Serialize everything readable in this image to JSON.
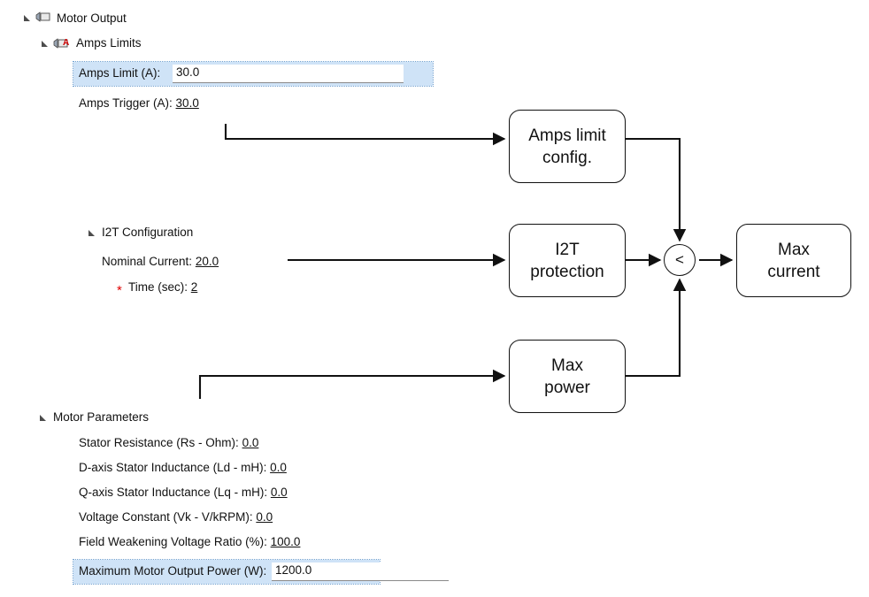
{
  "tree": {
    "root": {
      "label": "Motor Output",
      "icon": "motor-icon",
      "expander": "expanded-triangle-icon"
    },
    "amps_limits_group": {
      "label": "Amps Limits",
      "icon": "motor-amps-icon",
      "expander": "expanded-triangle-icon"
    },
    "amps_limit_row": {
      "name": "Amps Limit (A):",
      "value": "30.0",
      "selected": true,
      "editing": true
    },
    "amps_trigger_row": {
      "name": "Amps Trigger (A):",
      "value": "30.0"
    },
    "i2t_group": {
      "label": "I2T Configuration",
      "expander": "expanded-triangle-icon"
    },
    "nominal_current_row": {
      "name": "Nominal Current:",
      "value": "20.0"
    },
    "time_row": {
      "name": "Time (sec):",
      "value": "2",
      "required_marker": "*"
    },
    "motor_params_group": {
      "label": "Motor Parameters",
      "expander": "expanded-triangle-icon"
    },
    "motor_params_rows": [
      {
        "name": "Stator Resistance (Rs - Ohm):",
        "value": "0.0"
      },
      {
        "name": "D-axis Stator Inductance (Ld - mH):",
        "value": "0.0"
      },
      {
        "name": "Q-axis Stator Inductance (Lq - mH):",
        "value": "0.0"
      },
      {
        "name": "Voltage Constant (Vk -  V/kRPM):",
        "value": "0.0"
      },
      {
        "name": "Field Weakening Voltage Ratio (%):",
        "value": "100.0"
      }
    ],
    "max_power_row": {
      "name": "Maximum Motor Output Power (W):",
      "value": "1200.0",
      "selected": true,
      "editing": true
    }
  },
  "diagram": {
    "type": "flowchart",
    "boxes": [
      {
        "id": "amps_limit_config",
        "line1": "Amps limit",
        "line2": "config."
      },
      {
        "id": "i2t_protection",
        "line1": "I2T",
        "line2": "protection"
      },
      {
        "id": "max_power",
        "line1": "Max",
        "line2": "power"
      },
      {
        "id": "max_current",
        "line1": "Max",
        "line2": "current"
      }
    ],
    "junction": {
      "id": "min-selector",
      "symbol": "<"
    }
  },
  "colors": {
    "selection_bg": "#cfe3f7",
    "selection_border": "#6f9fcf",
    "required_marker": "#e00000",
    "diagram_stroke": "#111111",
    "text": "#111111"
  }
}
